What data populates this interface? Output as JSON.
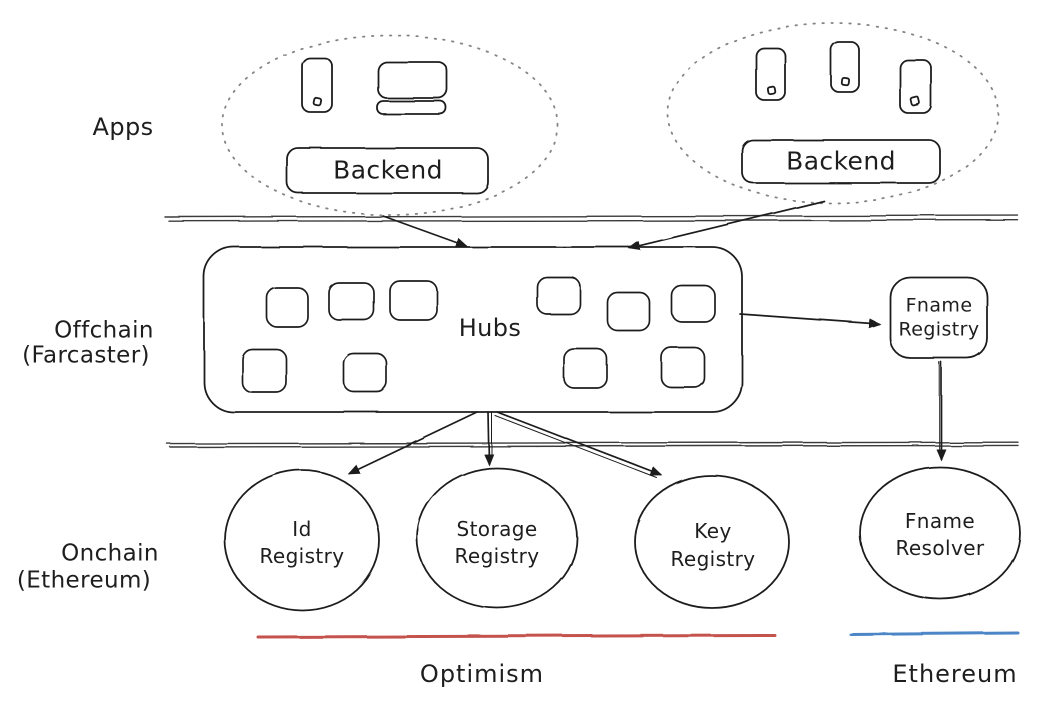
{
  "diagram": {
    "stroke_color": "#1e1e1e",
    "row_labels": {
      "apps": "Apps",
      "offchain_line1": "Offchain",
      "offchain_line2": "(Farcaster)",
      "onchain_line1": "Onchain",
      "onchain_line2": "(Ethereum)"
    },
    "app_clusters": {
      "left": {
        "backend_label": "Backend",
        "devices": [
          "smartphone-icon",
          "desktop-icon"
        ]
      },
      "right": {
        "backend_label": "Backend",
        "devices": [
          "smartphone-icon",
          "smartphone-icon",
          "smartphone-icon"
        ]
      }
    },
    "offchain": {
      "hubs_label": "Hubs",
      "hub_node_count": 10,
      "fname_registry_line1": "Fname",
      "fname_registry_line2": "Registry"
    },
    "onchain": {
      "contracts": [
        {
          "line1": "Id",
          "line2": "Registry"
        },
        {
          "line1": "Storage",
          "line2": "Registry"
        },
        {
          "line1": "Key",
          "line2": "Registry"
        },
        {
          "line1": "Fname",
          "line2": "Resolver"
        }
      ]
    },
    "chains": [
      {
        "label": "Optimism",
        "line_color": "#c4534d"
      },
      {
        "label": "Ethereum",
        "line_color": "#4e86c6"
      }
    ]
  }
}
